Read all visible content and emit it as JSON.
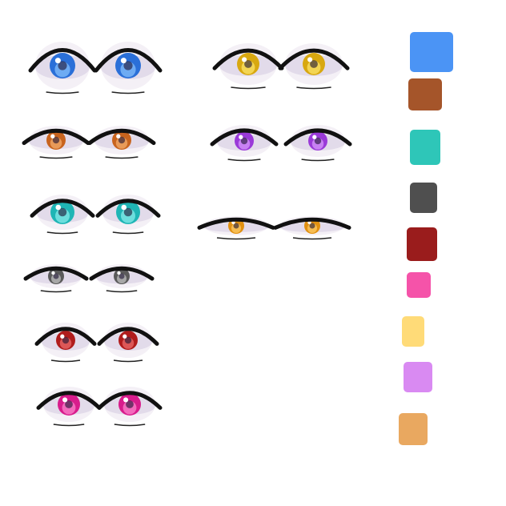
{
  "eye_sets": [
    {
      "name": "blue-eyes",
      "iris": "#2a6fd8",
      "highlight": "#8cc4ff"
    },
    {
      "name": "orange-eyes",
      "iris": "#c8641e",
      "highlight": "#f5b070"
    },
    {
      "name": "teal-eyes",
      "iris": "#1fb5b5",
      "highlight": "#8ef0ee"
    },
    {
      "name": "gray-eyes",
      "iris": "#5a5a5a",
      "highlight": "#c8c8c8"
    },
    {
      "name": "red-eyes",
      "iris": "#b01c1c",
      "highlight": "#f07070"
    },
    {
      "name": "pink-eyes",
      "iris": "#d81c8c",
      "highlight": "#ff8cd0"
    },
    {
      "name": "yellow-eyes",
      "iris": "#d8a810",
      "highlight": "#ffe870"
    },
    {
      "name": "purple-eyes",
      "iris": "#9a3ad8",
      "highlight": "#dca0ff"
    },
    {
      "name": "amber-eyes",
      "iris": "#e09010",
      "highlight": "#ffd070"
    }
  ],
  "swatches": [
    {
      "name": "blue",
      "color": "#4b94f5"
    },
    {
      "name": "brown",
      "color": "#a5552a"
    },
    {
      "name": "teal",
      "color": "#2ec6b8"
    },
    {
      "name": "dark-gray",
      "color": "#4f4f4f"
    },
    {
      "name": "dark-red",
      "color": "#9a1c1c"
    },
    {
      "name": "pink",
      "color": "#f553a9"
    },
    {
      "name": "yellow",
      "color": "#ffdb78"
    },
    {
      "name": "lilac",
      "color": "#d98af2"
    },
    {
      "name": "orange",
      "color": "#e9a860"
    }
  ]
}
